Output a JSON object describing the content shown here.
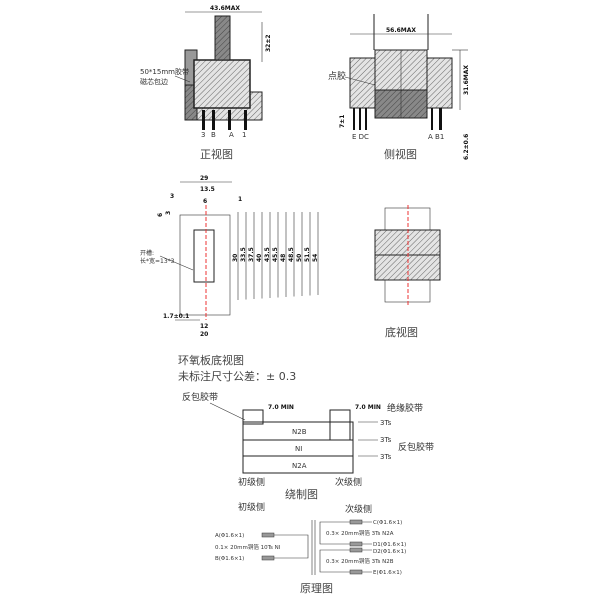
{
  "front_view": {
    "width_dim": "43.6MAX",
    "height_dim": "32±2",
    "tape_note_1": "50*15mm胶带",
    "tape_note_2": "磁芯包边",
    "pins": [
      "3",
      "B",
      "A",
      "1"
    ],
    "caption": "正视图"
  },
  "side_view": {
    "width_dim": "56.6MAX",
    "height_dim": "31.6MAX",
    "pin_dim": "7±1",
    "lead_dim": "6.2±0.6",
    "glue": "点胶",
    "pins_left": "E DC",
    "pins_right": "A  B1",
    "caption": "侧视图"
  },
  "pcb_view": {
    "dims_top": [
      "29",
      "13.5",
      "3",
      "6",
      "1"
    ],
    "dims_side": [
      "6",
      "3"
    ],
    "dims_vertical": [
      "30",
      "33.5",
      "37.5",
      "40",
      "43.5",
      "45.5",
      "48",
      "48.5",
      "50",
      "51.5",
      "54"
    ],
    "dims_bottom": [
      "1.7±0.1",
      "12",
      "20"
    ],
    "slot_1": "开槽:",
    "slot_2": "长*宽=13*3",
    "caption": "环氧板底视图",
    "tolerance": "未标注尺寸公差：± 0.3"
  },
  "bottom_view": {
    "caption": "底视图"
  },
  "winding": {
    "label_reverse_tape": "反包胶带",
    "margin_left": "7.0 MIN",
    "margin_right": "7.0 MIN",
    "insulation_tape": "绝缘胶带",
    "layers": [
      "N2B",
      "NI",
      "N2A"
    ],
    "turns": [
      "3Ts",
      "3Ts",
      "3Ts"
    ],
    "reverse_tape_right": "反包胶带",
    "primary": "初级侧",
    "secondary": "次级侧",
    "caption": "绕制图"
  },
  "schematic": {
    "primary": "初级侧",
    "secondary": "次级侧",
    "pin_a": "A(Φ1.6×1)",
    "pin_b": "B(Φ1.6×1)",
    "primary_wire": "0.1× 20mm铜箔   10Ts   NI",
    "pin_c": "C(Φ1.6×1)",
    "pin_d1": "D1(Φ1.6×1)",
    "pin_d2": "D2(Φ1.6×1)",
    "pin_e": "E(Φ1.6×1)",
    "sec_wire_a": "0.3× 20mm铜箔   3Ts   N2A",
    "sec_wire_b": "0.3× 20mm铜箔   3Ts   N2B",
    "caption": "原理图"
  }
}
